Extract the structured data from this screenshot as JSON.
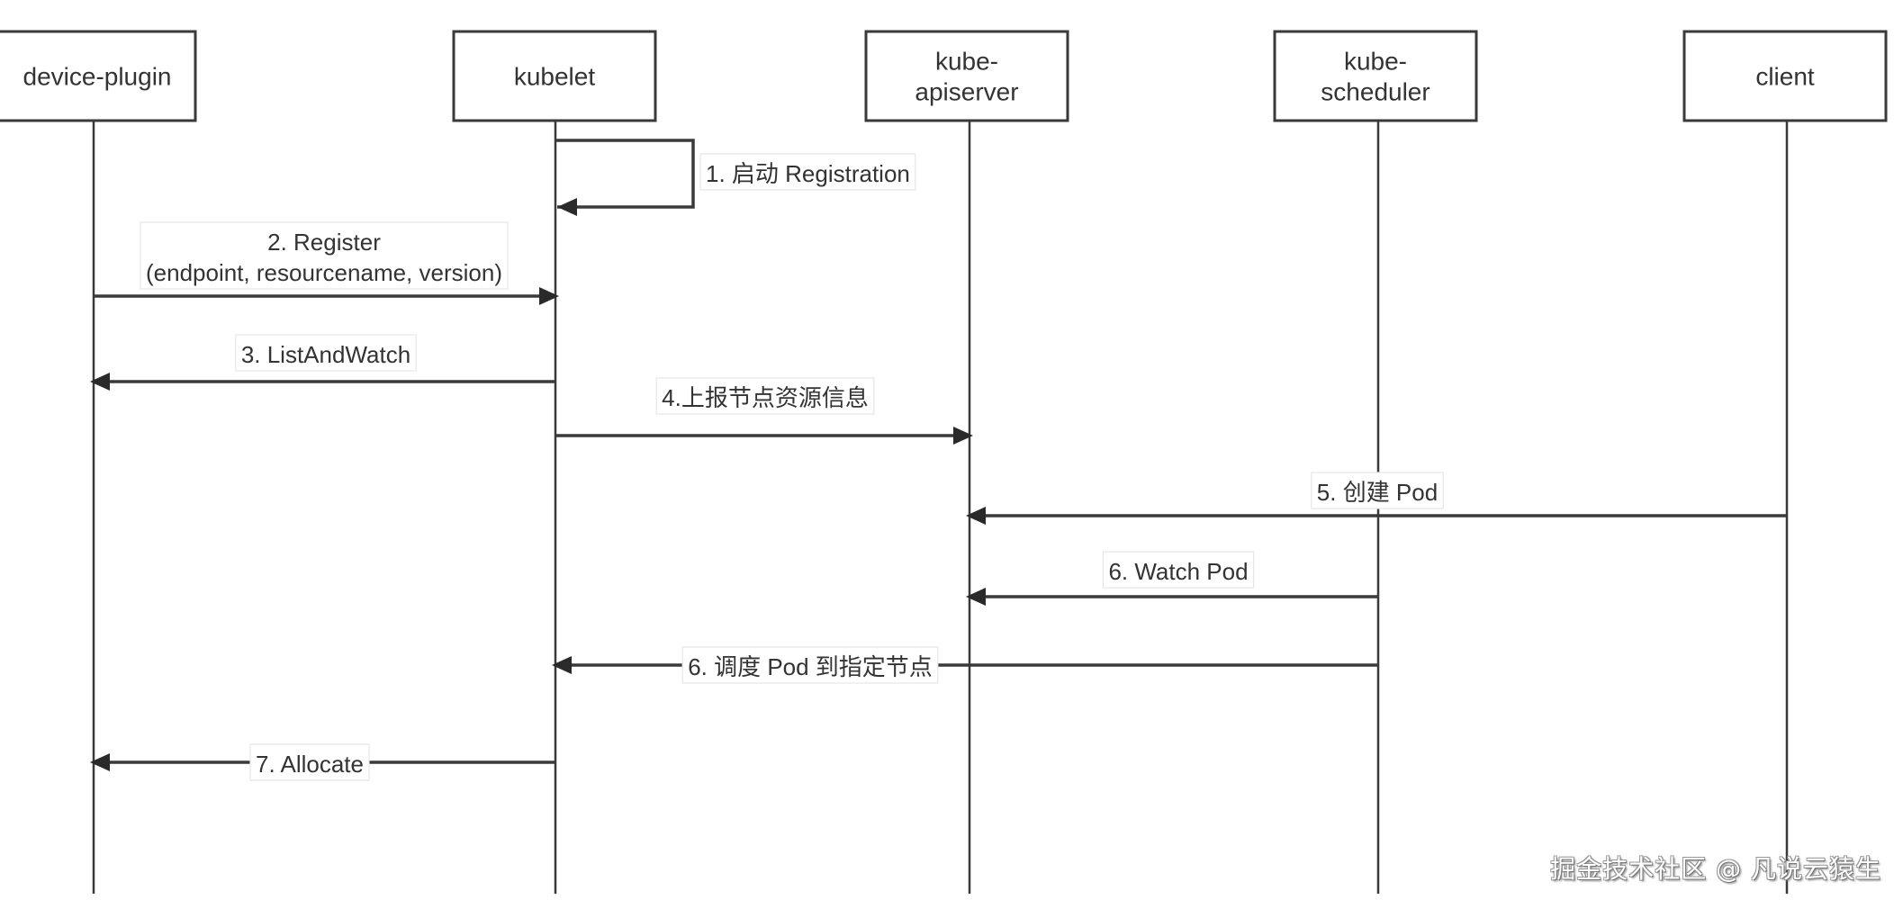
{
  "diagram": {
    "type": "sequence-diagram",
    "participants": [
      {
        "id": "device-plugin",
        "label_lines": [
          "device-plugin"
        ]
      },
      {
        "id": "kubelet",
        "label_lines": [
          "kubelet"
        ]
      },
      {
        "id": "kube-apiserver",
        "label_lines": [
          "kube-",
          "apiserver"
        ]
      },
      {
        "id": "kube-scheduler",
        "label_lines": [
          "kube-",
          "scheduler"
        ]
      },
      {
        "id": "client",
        "label_lines": [
          "client"
        ]
      }
    ],
    "messages": [
      {
        "id": "m1",
        "from": "kubelet",
        "to": "kubelet",
        "self": true,
        "label_lines": [
          "1. 启动 Registration"
        ]
      },
      {
        "id": "m2",
        "from": "device-plugin",
        "to": "kubelet",
        "label_lines": [
          "2. Register",
          "(endpoint, resourcename, version)"
        ]
      },
      {
        "id": "m3",
        "from": "kubelet",
        "to": "device-plugin",
        "label_lines": [
          "3. ListAndWatch"
        ]
      },
      {
        "id": "m4",
        "from": "kubelet",
        "to": "kube-apiserver",
        "label_lines": [
          "4.上报节点资源信息"
        ]
      },
      {
        "id": "m5",
        "from": "client",
        "to": "kube-apiserver",
        "label_lines": [
          "5. 创建 Pod"
        ]
      },
      {
        "id": "m6a",
        "from": "kube-scheduler",
        "to": "kube-apiserver",
        "label_lines": [
          "6. Watch Pod"
        ]
      },
      {
        "id": "m6b",
        "from": "kube-scheduler",
        "to": "kubelet",
        "label_lines": [
          "6. 调度 Pod 到指定节点"
        ]
      },
      {
        "id": "m7",
        "from": "kubelet",
        "to": "device-plugin",
        "label_lines": [
          "7. Allocate"
        ]
      }
    ]
  },
  "watermark": "掘金技术社区 @ 凡说云猿生"
}
